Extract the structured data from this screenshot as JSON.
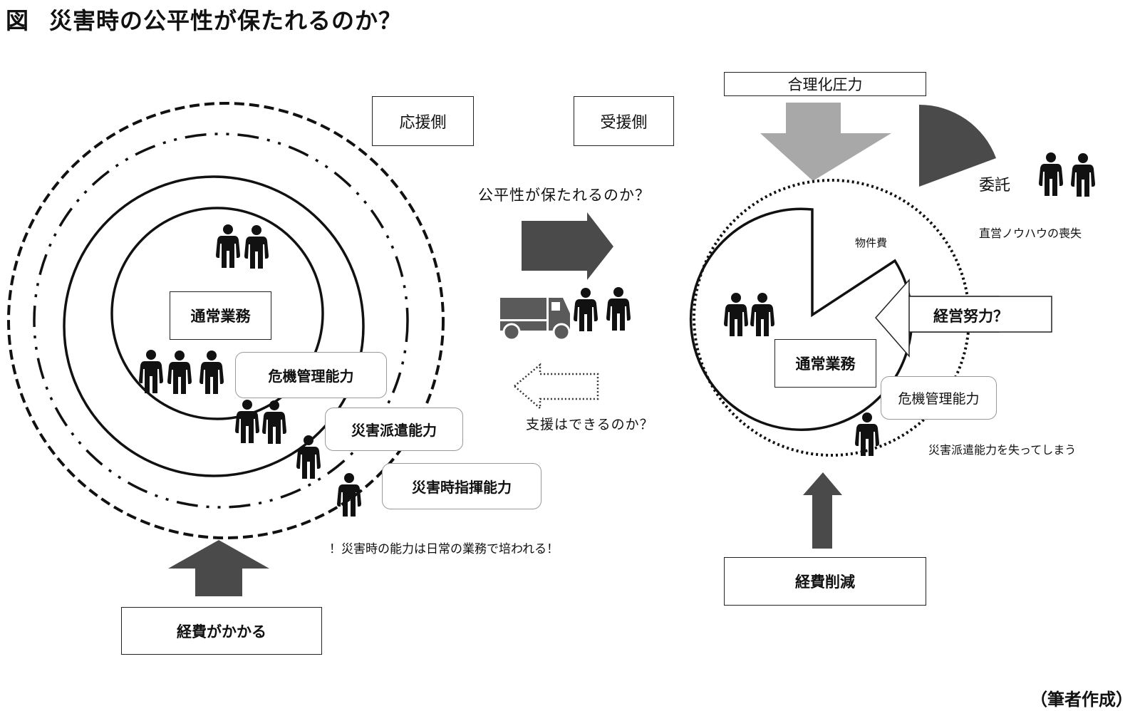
{
  "title": {
    "fig_label": "図",
    "text": "災害時の公平性が保たれるのか？"
  },
  "left": {
    "header": "応援側",
    "center_box": "通常業務",
    "capabilities": [
      "危機管理能力",
      "災害派遣能力",
      "災害時指揮能力"
    ],
    "note": "！災害時の能力は日常の業務で培われる！",
    "cost_box": "経費がかかる"
  },
  "middle": {
    "question_top": "公平性が保たれるのか？",
    "question_bottom": "支援はできるのか？"
  },
  "right": {
    "header": "受援側",
    "pressure_box": "合理化圧力",
    "outsourcing_label": "委託",
    "knowhow_loss": "直営ノウハウの喪失",
    "expense_label": "物件費",
    "effort_arrow": "経営努力？",
    "center_box": "通常業務",
    "capability": "危機管理能力",
    "dispatch_loss": "災害派遣能力を失ってしまう",
    "cost_box": "経費削減"
  },
  "credit": "（筆者作成）",
  "colors": {
    "dark_arrow": "#4a4a4a",
    "light_arrow": "#a8a8a8",
    "line": "#111111"
  }
}
